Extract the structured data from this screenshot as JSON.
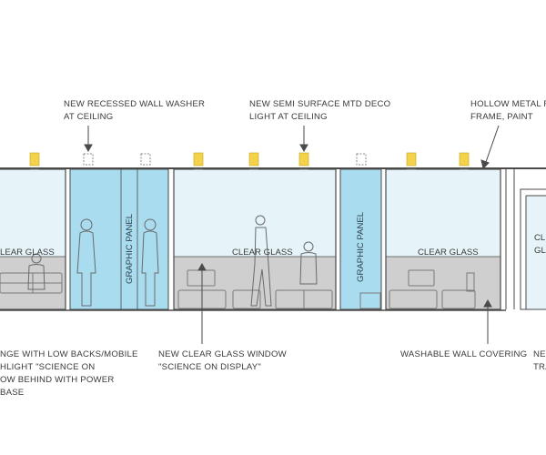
{
  "colors": {
    "glass": "#e6f4f9",
    "graphic_panel": "#a9dcee",
    "furniture_zone": "#cfcfcf",
    "fixture_new": "#f4d34a",
    "fixture_outline": "#8a8a8a",
    "line": "#4a4a4a",
    "text": "#3a3a3a"
  },
  "notes": {
    "wall_washer": [
      "NEW RECESSED WALL WASHER",
      "AT CEILING"
    ],
    "deco_light": [
      "NEW SEMI SURFACE MTD DECO",
      "LIGHT AT CEILING"
    ],
    "hollow_metal": [
      "HOLLOW METAL R",
      "FRAME, PAINT"
    ],
    "lounge": [
      "NGE WITH LOW BACKS/MOBILE",
      "HLIGHT \"SCIENCE ON",
      "OW BEHIND WITH POWER",
      "BASE"
    ],
    "clear_glass_window": [
      "NEW CLEAR GLASS WINDOW",
      "\"SCIENCE ON DISPLAY\""
    ],
    "washable_wall": [
      "WASHABLE WALL COVERING"
    ],
    "edge_note": [
      "NEV",
      "TRA"
    ]
  },
  "bays": {
    "clear_glass_1": "LEAR GLASS",
    "graphic_panel_1": "GRAPHIC PANEL",
    "clear_glass_2": "CLEAR GLASS",
    "graphic_panel_2": "GRAPHIC PANEL",
    "clear_glass_3": "CLEAR GLASS",
    "edge_glass": [
      "CL",
      "GL"
    ]
  }
}
